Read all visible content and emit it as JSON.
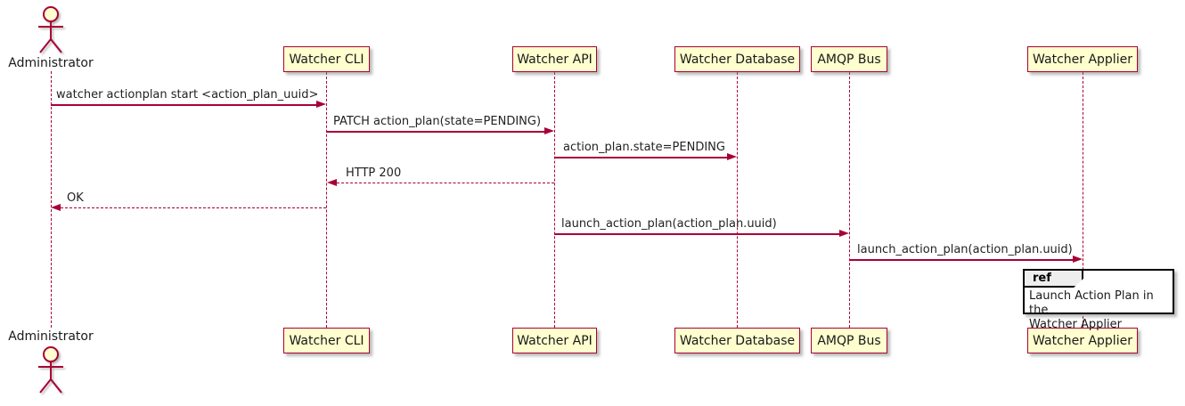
{
  "colors": {
    "participant_fill": "#FEFECE",
    "line": "#A80036",
    "text": "#1a1a1a",
    "ref_header_fill": "#EEEEEE",
    "ref_border": "#000000",
    "background": "#ffffff"
  },
  "actor": {
    "name": "Administrator"
  },
  "participants": [
    {
      "label": "Watcher CLI"
    },
    {
      "label": "Watcher API"
    },
    {
      "label": "Watcher Database"
    },
    {
      "label": "AMQP Bus"
    },
    {
      "label": "Watcher Applier"
    }
  ],
  "messages": [
    {
      "label": "watcher actionplan start <action_plan_uuid>",
      "from": "Administrator",
      "to": "Watcher CLI",
      "style": "solid"
    },
    {
      "label": "PATCH action_plan(state=PENDING)",
      "from": "Watcher CLI",
      "to": "Watcher API",
      "style": "solid"
    },
    {
      "label": "action_plan.state=PENDING",
      "from": "Watcher API",
      "to": "Watcher Database",
      "style": "solid"
    },
    {
      "label": "HTTP 200",
      "from": "Watcher API",
      "to": "Watcher CLI",
      "style": "dashed"
    },
    {
      "label": "OK",
      "from": "Watcher CLI",
      "to": "Administrator",
      "style": "dashed"
    },
    {
      "label": "launch_action_plan(action_plan.uuid)",
      "from": "Watcher API",
      "to": "AMQP Bus",
      "style": "solid"
    },
    {
      "label": "launch_action_plan(action_plan.uuid)",
      "from": "AMQP Bus",
      "to": "Watcher Applier",
      "style": "solid"
    }
  ],
  "ref": {
    "keyword": "ref",
    "text": "Launch Action Plan in the\nWatcher Applier"
  }
}
